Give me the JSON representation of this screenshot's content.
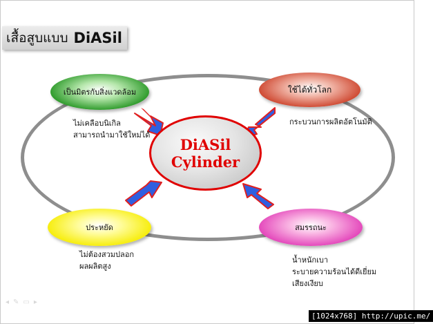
{
  "title": {
    "thai": "เสื้อสูบแบบ",
    "brand": "DiASil"
  },
  "center": {
    "line1": "DiASil",
    "line2": "Cylinder"
  },
  "bubbles": {
    "top_left": "เป็นมิตรกับสิ่งแวดล้อม",
    "top_right": "ใช้ได้ทั่วโลก",
    "bottom_left": "ประหยัด",
    "bottom_right": "สมรรถนะ"
  },
  "descriptions": {
    "top_left": [
      "ไม่เคลือบนิเกิล",
      "สามารถนำมาใช้ใหม่ได้"
    ],
    "top_right": [
      "กระบวนการผลิตอัตโนมัติ"
    ],
    "bottom_left": [
      "ไม่ต้องสวมปลอก",
      "ผลผลิตสูง"
    ],
    "bottom_right": [
      "น้ำหนักเบา",
      "ระบายความร้อนได้ดีเยี่ยม",
      "เสียงเงียบ"
    ]
  },
  "colors": {
    "center_text": "#e00000",
    "arrow_fill": "#2f5fe0",
    "arrow_tail": "#e02020"
  },
  "watermark": "[1024x768] http://upic.me/",
  "toolbar_icons": [
    "arrow-left-icon",
    "pen-icon",
    "slides-icon",
    "arrow-right-icon"
  ]
}
